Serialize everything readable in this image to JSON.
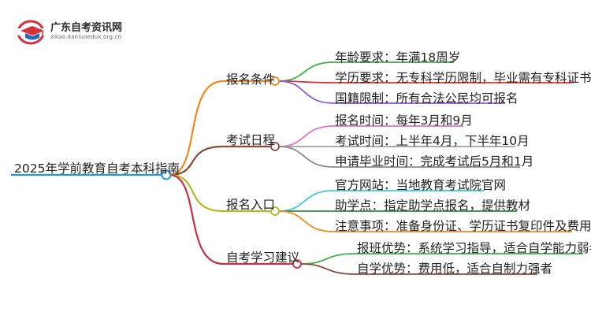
{
  "logo": {
    "title": "广东自考资讯网",
    "url": "zikao.danluoedux.org.cn",
    "accent": "#d8303a"
  },
  "mindmap": {
    "root": "2025年学前教育自考本科指南",
    "branches": [
      {
        "label": "报名条件",
        "color": "#f08a1c",
        "children": [
          {
            "text": "年龄要求：年满18周岁",
            "color": "#3bb14a"
          },
          {
            "text": "学历要求：无专科学历限制，毕业需有专科证书",
            "color": "#e0323a"
          },
          {
            "text": "国籍限制：所有合法公民均可报名",
            "color": "#8e5ad0"
          }
        ]
      },
      {
        "label": "考试日程",
        "color": "#8b4a3a",
        "children": [
          {
            "text": "报名时间：每年3月和9月",
            "color": "#e86ec8"
          },
          {
            "text": "考试时间：上半年4月，下半年10月",
            "color": "#9aa0a8"
          },
          {
            "text": "申请毕业时间：完成考试后5月和1月",
            "color": "#8a8a8a"
          }
        ]
      },
      {
        "label": "报名入口",
        "color": "#b5b821",
        "children": [
          {
            "text": "官方网站：当地教育考试院官网",
            "color": "#3fc5d5"
          },
          {
            "text": "助学点：指定助学点报名，提供教材",
            "color": "#2e8b3c"
          },
          {
            "text": "注意事项：准备身份证、学历证书复印件及费用",
            "color": "#f08a1c"
          }
        ]
      },
      {
        "label": "自考学习建议",
        "color": "#c8303e",
        "children": [
          {
            "text": "报班优势：系统学习指导，适合自学能力弱者",
            "color": "#3bb14a"
          },
          {
            "text": "自学优势：费用低，适合自制力强者",
            "color": "#8b4a3a"
          }
        ]
      }
    ]
  },
  "root_line_color": "#1f9ad6"
}
